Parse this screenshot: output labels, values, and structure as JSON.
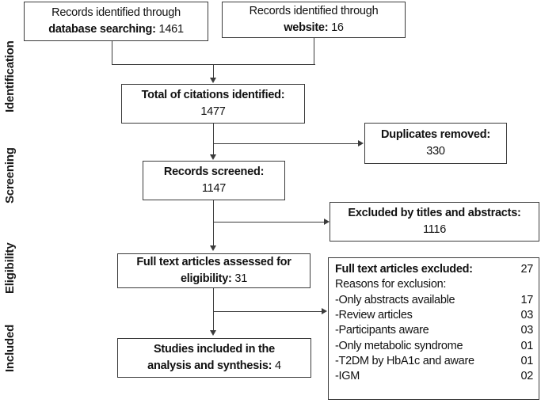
{
  "diagram": {
    "type": "prisma-flow-diagram",
    "line_color": "#3b3b3b",
    "text_color": "#111111",
    "background": "#ffffff"
  },
  "stages": [
    {
      "id": "identification",
      "label": "Identification"
    },
    {
      "id": "screening",
      "label": "Screening"
    },
    {
      "id": "eligibility",
      "label": "Eligibility"
    },
    {
      "id": "included",
      "label": "Included"
    }
  ],
  "boxes": {
    "database": {
      "line1": "Records identified through",
      "line2_label": "database searching:",
      "line2_value": "1461"
    },
    "website": {
      "line1": "Records identified through",
      "line2_label": "website:",
      "line2_value": "16"
    },
    "total_citations": {
      "line1": "Total of citations identified:",
      "line2_value": "1477"
    },
    "duplicates": {
      "line1": "Duplicates removed:",
      "line2_value": "330"
    },
    "records_screened": {
      "line1": "Records screened:",
      "line2_value": "1147"
    },
    "excluded_titles": {
      "line1": "Excluded by titles and abstracts:",
      "line2_value": "1116"
    },
    "full_text_assessed": {
      "line1": "Full text articles assessed for",
      "line2_label": "eligibility:",
      "line2_value": "31"
    },
    "studies_included": {
      "line1": "Studies included in the",
      "line2_label": "analysis and synthesis:",
      "line2_value": "4"
    }
  },
  "exclusions": {
    "header": {
      "label": "Full text articles excluded:",
      "value": "27"
    },
    "subheader": {
      "label": "Reasons for exclusion:",
      "value": ""
    },
    "reasons": [
      {
        "label": "-Only abstracts available",
        "value": "17"
      },
      {
        "label": "-Review articles",
        "value": "03"
      },
      {
        "label": "-Participants aware",
        "value": "03"
      },
      {
        "label": "-Only metabolic syndrome",
        "value": "01"
      },
      {
        "label": "-T2DM by HbA1c and aware",
        "value": "01"
      },
      {
        "label": "-IGM",
        "value": "02"
      }
    ]
  }
}
